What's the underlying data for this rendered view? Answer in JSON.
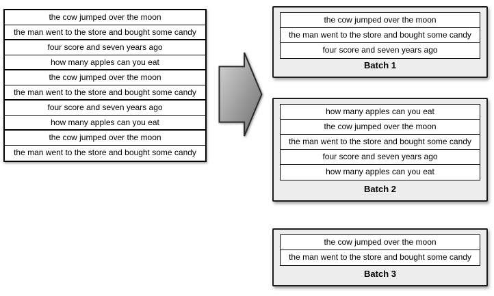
{
  "colors": {
    "border": "#000000",
    "row_bg": "#ffffff",
    "batch_box_bg": "#ededed",
    "arrow_gradient_start": "#d8d8d8",
    "arrow_gradient_end": "#6b6b6b",
    "arrow_outline": "#2b2b2b"
  },
  "source": {
    "rows": [
      "the cow jumped over the moon",
      "the man went to the store and bought some candy",
      "four score and seven years ago",
      "how many apples can you eat",
      "the cow jumped over the moon",
      "the man went to the store and bought some candy",
      "four score and seven years ago",
      "how many apples can you eat",
      "the cow jumped over the moon",
      "the man went to the store and bought some candy"
    ]
  },
  "arrow": {
    "icon": "right-block-arrow"
  },
  "batches": [
    {
      "label": "Batch 1",
      "rows": [
        "the cow jumped over the moon",
        "the man went to the store and bought some candy",
        "four score and seven years ago"
      ]
    },
    {
      "label": "Batch 2",
      "rows": [
        "how many apples can you eat",
        "the cow jumped over the moon",
        "the man went to the store and bought some candy",
        "four score and seven years ago",
        "how many apples can you eat"
      ]
    },
    {
      "label": "Batch 3",
      "rows": [
        "the cow jumped over the moon",
        "the man went to the store and bought some candy"
      ]
    }
  ]
}
